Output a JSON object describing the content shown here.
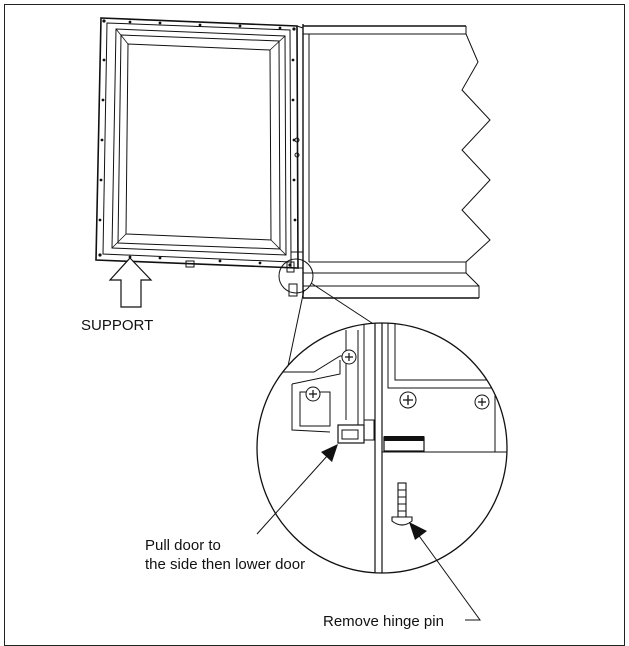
{
  "labels": {
    "support": "SUPPORT",
    "pull_line1": "Pull door to",
    "pull_line2": "the side then lower door",
    "remove_pin": "Remove hinge pin"
  }
}
